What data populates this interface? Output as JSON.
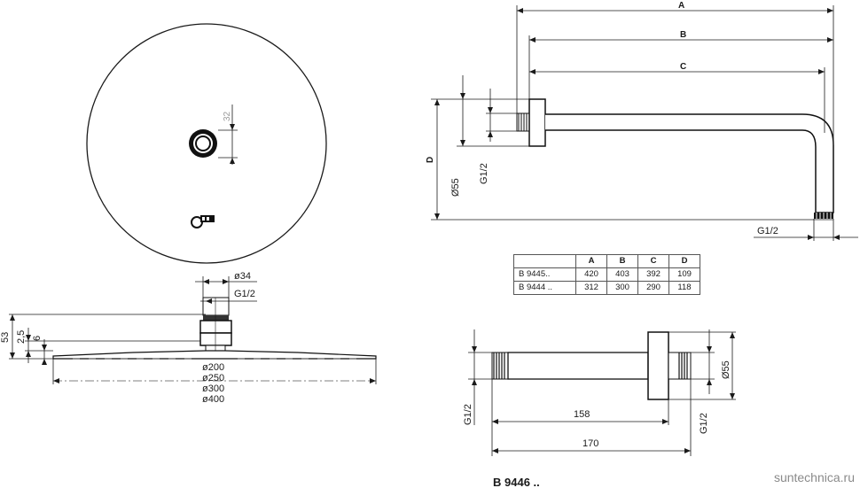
{
  "top_view": {
    "dim_offset": "32"
  },
  "side_view": {
    "diameter_34": "ø34",
    "thread": "G1/2",
    "height_total": "53",
    "height_25": "2,5",
    "height_6": "6",
    "diameters": [
      "ø200",
      "ø250",
      "ø300",
      "ø400"
    ]
  },
  "arm_view": {
    "label_a": "A",
    "label_b": "B",
    "label_c": "C",
    "label_d": "D",
    "flange_dia": "Ø55",
    "thread_left": "G1/2",
    "thread_bottom": "G1/2"
  },
  "table": {
    "headers": [
      "A",
      "B",
      "C",
      "D"
    ],
    "rows": [
      {
        "model": "B 9445..",
        "values": [
          "420",
          "403",
          "392",
          "109"
        ]
      },
      {
        "model": "B 9444 ..",
        "values": [
          "312",
          "300",
          "290",
          "118"
        ]
      }
    ]
  },
  "straight_arm": {
    "thread_left": "G1/2",
    "thread_right": "G1/2",
    "dim_158": "158",
    "dim_170": "170",
    "flange_dia": "Ø55",
    "model": "B 9446 .."
  },
  "watermark": "suntechnica.ru"
}
